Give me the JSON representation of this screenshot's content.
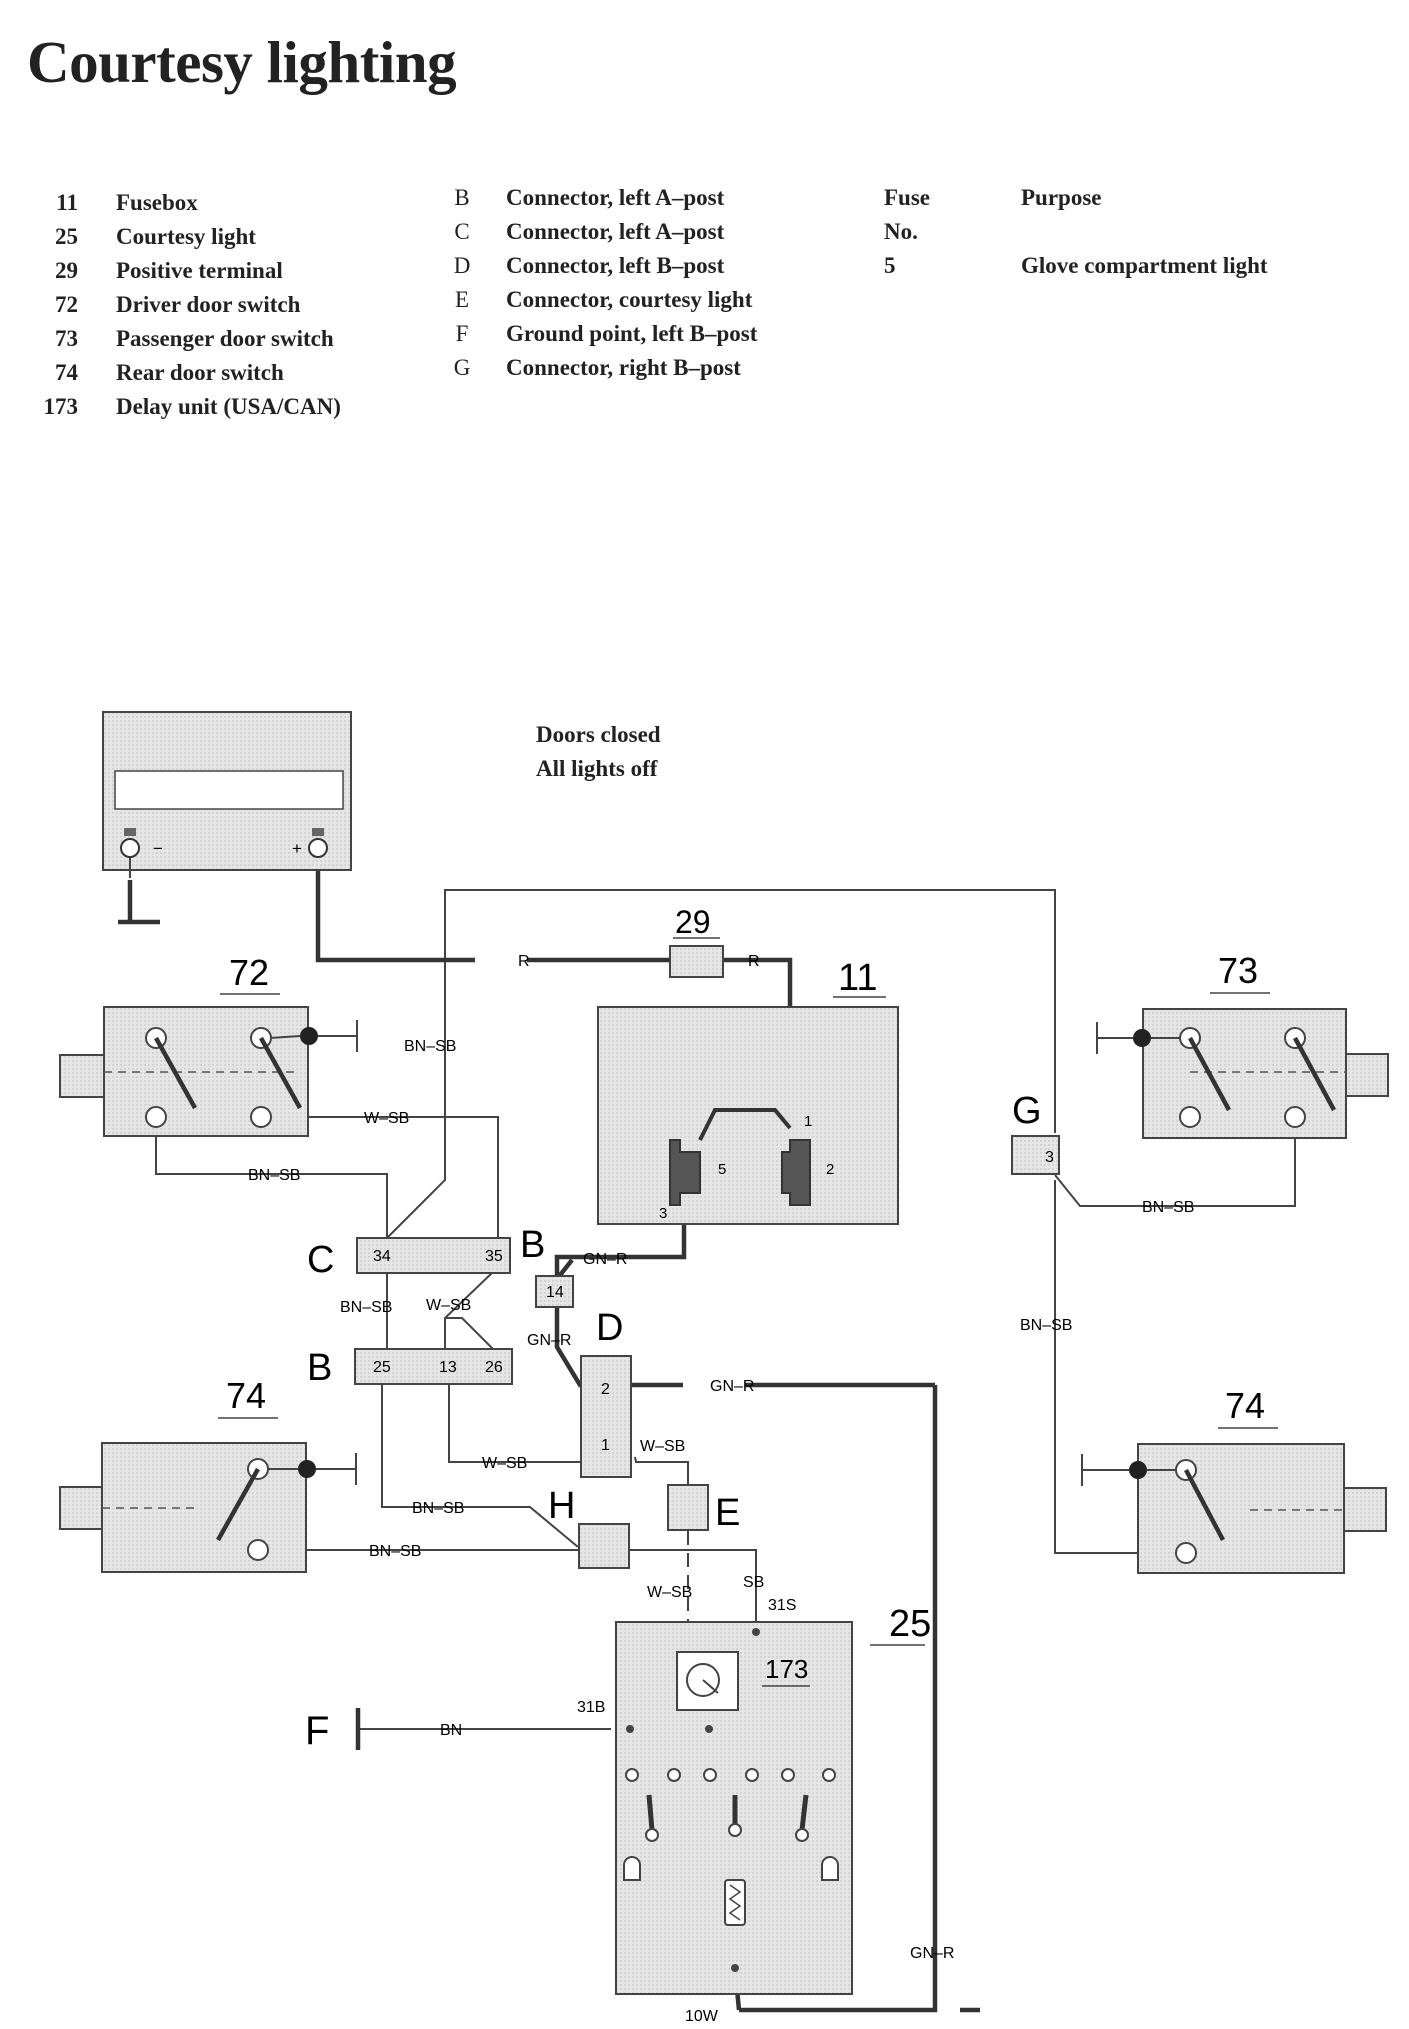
{
  "title": "Courtesy lighting",
  "components": [
    {
      "num": "11",
      "name": "Fusebox"
    },
    {
      "num": "25",
      "name": "Courtesy light"
    },
    {
      "num": "29",
      "name": "Positive terminal"
    },
    {
      "num": "72",
      "name": "Driver door switch"
    },
    {
      "num": "73",
      "name": "Passenger door switch"
    },
    {
      "num": "74",
      "name": "Rear door switch"
    },
    {
      "num": "173",
      "name": "Delay unit (USA/CAN)"
    }
  ],
  "connectors": [
    {
      "id": "B",
      "name": "Connector, left A–post"
    },
    {
      "id": "C",
      "name": "Connector, left A–post"
    },
    {
      "id": "D",
      "name": "Connector, left B–post"
    },
    {
      "id": "E",
      "name": "Connector, courtesy light"
    },
    {
      "id": "F",
      "name": "Ground point, left B–post"
    },
    {
      "id": "G",
      "name": "Connector, right B–post"
    }
  ],
  "fuse_table": {
    "header_fuse": "Fuse",
    "header_fuse_no": "No.",
    "header_purpose": "Purpose",
    "rows": [
      {
        "fuse": "5",
        "purpose": "Glove compartment light"
      }
    ]
  },
  "state": {
    "line1": "Doors closed",
    "line2": "All lights off"
  },
  "labels": {
    "c72": "72",
    "c73": "73",
    "c74a": "74",
    "c74b": "74",
    "c11": "11",
    "c29": "29",
    "c25": "25",
    "c173": "173",
    "B1": "B",
    "B2": "B",
    "C": "C",
    "D": "D",
    "E": "E",
    "F": "F",
    "G": "G",
    "H": "H",
    "pin34": "34",
    "pin35": "35",
    "pin25": "25",
    "pin13": "13",
    "pin26": "26",
    "pin14": "14",
    "pinD2": "2",
    "pinD1": "1",
    "pinG3": "3",
    "fb1": "1",
    "fb2": "2",
    "fb3": "3",
    "fb5": "5",
    "t31S": "31S",
    "t31B": "31B",
    "t10W": "10W",
    "minus": "−",
    "plus": "+"
  },
  "wires": {
    "R1": "R",
    "R2": "R",
    "BNSB1": "BN–SB",
    "WSB1": "W–SB",
    "BNSB2": "BN–SB",
    "BNSB3": "BN–SB",
    "WSB2": "W–SB",
    "GNR1": "GN–R",
    "GNR2": "GN–R",
    "GNR3": "GN–R",
    "WSB3": "W–SB",
    "WSB4": "W–SB",
    "BNSB4": "BN–SB",
    "BNSB5": "BN–SB",
    "BNSB6": "BN–SB",
    "BNSB7": "BN–SB",
    "WSB5": "W–SB",
    "SB": "SB",
    "BN": "BN",
    "GNR4": "GN–R"
  }
}
